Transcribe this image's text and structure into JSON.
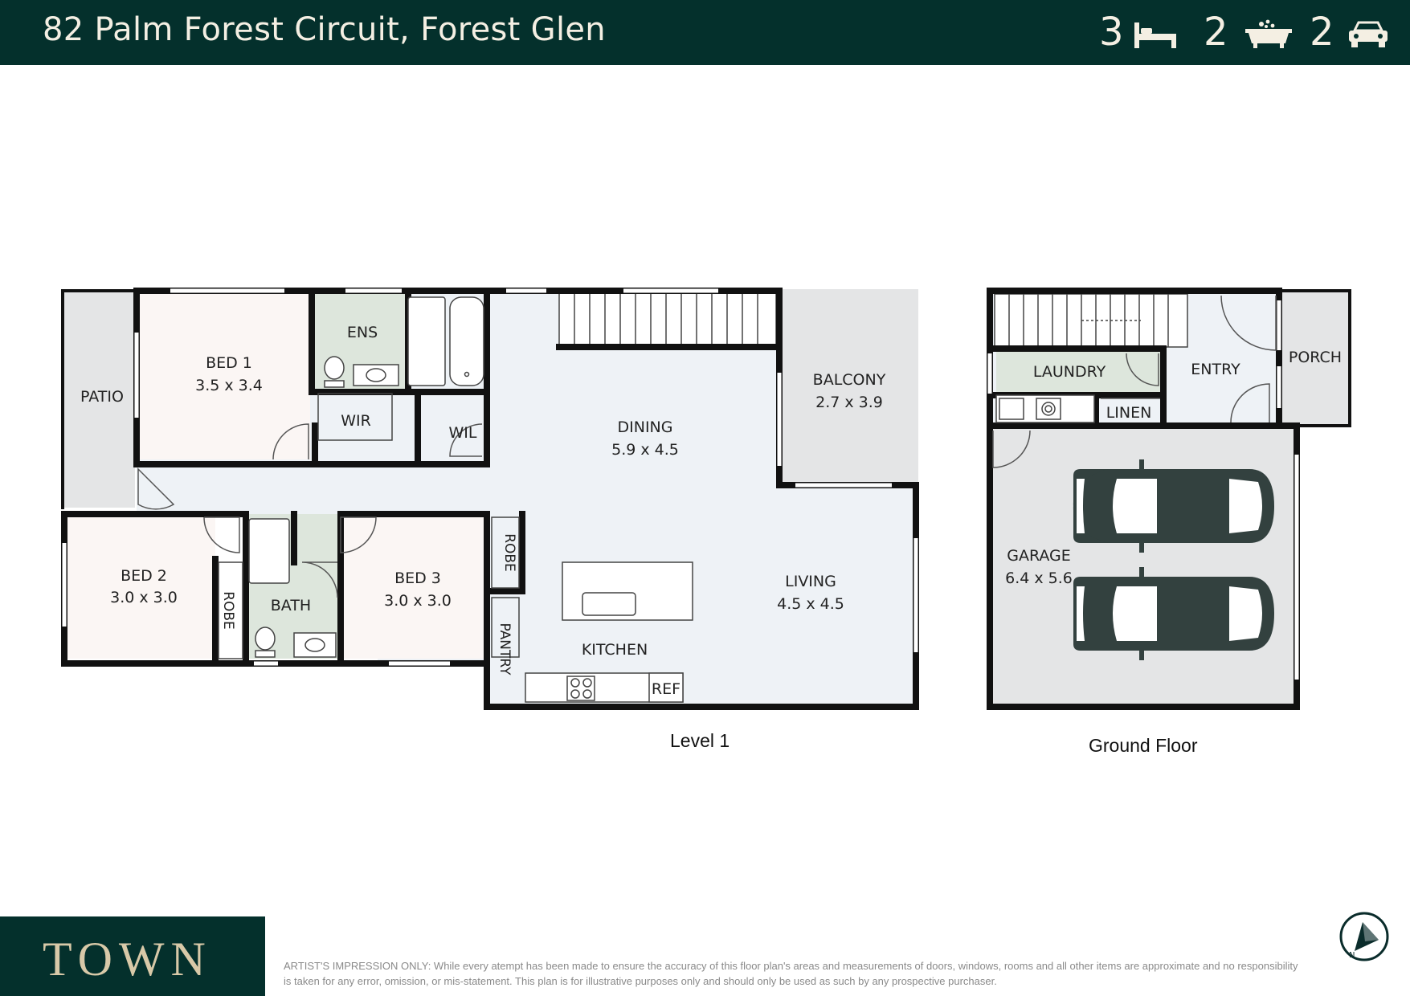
{
  "header": {
    "title": "82 Palm Forest Circuit, Forest Glen",
    "bedrooms": "3",
    "bathrooms": "2",
    "car_spaces": "2",
    "icons": [
      "bed-icon",
      "bathtub-icon",
      "car-icon"
    ]
  },
  "level1": {
    "caption": "Level 1",
    "rooms": {
      "patio": "PATIO",
      "bed1_name": "BED 1",
      "bed1_size": "3.5 x 3.4",
      "ens": "ENS",
      "wir": "WIR",
      "wil": "WIL",
      "dining_name": "DINING",
      "dining_size": "5.9 x 4.5",
      "balcony_name": "BALCONY",
      "balcony_size": "2.7 x 3.9",
      "bed2_name": "BED 2",
      "bed2_size": "3.0 x 3.0",
      "robe": "ROBE",
      "bath": "BATH",
      "bed3_name": "BED 3",
      "bed3_size": "3.0 x 3.0",
      "robe2": "ROBE",
      "pantry": "PANTRY",
      "kitchen": "KITCHEN",
      "ref": "REF",
      "living_name": "LIVING",
      "living_size": "4.5 x 4.5"
    }
  },
  "ground": {
    "caption": "Ground Floor",
    "rooms": {
      "laundry": "LAUNDRY",
      "entry": "ENTRY",
      "porch": "PORCH",
      "linen": "LINEN",
      "garage_name": "GARAGE",
      "garage_size": "6.4 x 5.6"
    }
  },
  "footer": {
    "brand": "TOWN",
    "disclaimer": "ARTIST'S IMPRESSION ONLY: While every atempt has been made to ensure the accuracy of this floor plan's areas and measurements of doors, windows, rooms and all other items are approximate and no responsibility is taken for any error, omission, or mis-statement. This plan is for illustrative purposes only and should only be used as such by any prospective purchaser.",
    "compass_label": "N"
  },
  "colors": {
    "header_bg": "#04302c",
    "header_text": "#f4efe3",
    "logo_text": "#d8c9a8",
    "floor": "#eef2f6",
    "bedroom": "#fbf6f4",
    "outdoor": "#e4e5e6",
    "wet_area": "#dde6dc",
    "wall": "#111111",
    "car": "#33413f"
  }
}
